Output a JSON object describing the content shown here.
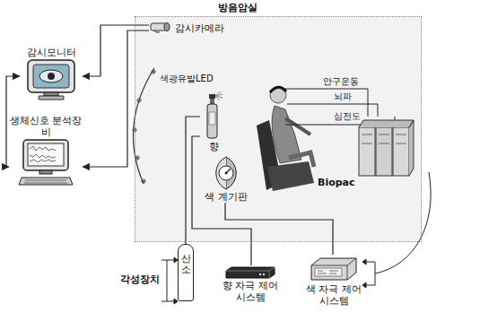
{
  "diagram": {
    "nodes": [
      {
        "text": [
          "방음암실"
        ]
      },
      {
        "text": [
          "감시카메라"
        ],
        "in": 0
      },
      {
        "text": [
          "향"
        ],
        "in": 0
      },
      {
        "text": [
          "색 계기판"
        ],
        "in": 0
      },
      {
        "text": [
          "감시모니터"
        ]
      },
      {
        "text": [
          "생체신호 분석장비"
        ]
      },
      {
        "text": [
          "산소"
        ]
      },
      {
        "text": [
          "향 자극 제어시스템"
        ]
      },
      {
        "text": [
          "색 자극 제어시스템"
        ]
      }
    ],
    "edges": [
      {
        "from": 1,
        "to": 4,
        "arrow": "to"
      },
      {
        "from": 1,
        "to": 5,
        "arrow": "to"
      },
      {
        "from": 4,
        "to": 5,
        "arrow": "both"
      },
      {
        "from": 6,
        "to": 2,
        "arrow": "none"
      },
      {
        "from": 7,
        "to": 2,
        "arrow": "none"
      },
      {
        "from": 8,
        "to": 3,
        "arrow": "none"
      }
    ],
    "labels": [
      "색광유발LED",
      "안구운동",
      "뇌파",
      "심전도",
      "Biopac",
      "각성장치"
    ]
  }
}
